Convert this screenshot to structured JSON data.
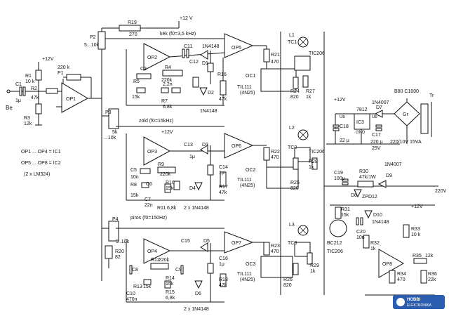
{
  "labels": {
    "r19": "R19",
    "r19v": "270",
    "v12top": "+12 V",
    "kek": "kék (f0=3,5 kHz)",
    "p2": "P2",
    "p2v": "5...10k",
    "v12a": "+12V",
    "p1v": "220 k",
    "p1": "P1",
    "r1": "R1",
    "r1v": "10 k",
    "r2": "R2",
    "r2v": "47k",
    "r3": "R3",
    "r3v": "12k",
    "c1": "C1",
    "c1v": "1μ",
    "be": "Be",
    "op1": "OP1",
    "op2": "OP2",
    "op3": "OP3",
    "op4": "OP4",
    "op5": "OP5",
    "op6": "OP6",
    "op7": "OP7",
    "op8": "OP8",
    "c11": "C11",
    "diode1": "1N4148",
    "c12": "C12",
    "c12v": "1μ",
    "r4": "R4",
    "r4v": "220k",
    "r5": "R5",
    "r6": "R6",
    "r6v": "15k",
    "r7": "R7",
    "r7v": "6,8k",
    "c2": "C2",
    "c3": "C3",
    "c3v": "2,2n",
    "d1": "D1",
    "d2": "D2",
    "r16": "R16",
    "r16v": "47k",
    "r21": "R21",
    "r21v": "470",
    "oc1": "OC1",
    "til": "TIL111",
    "oc1b": "(4N25)",
    "r24": "R24",
    "r24v": "820",
    "r27": "R27",
    "r27v": "1k",
    "tc1": "TC1",
    "l1": "L1",
    "tic": "TIC206",
    "p3": "P3",
    "p3v": "5k",
    "p3b": "...10k",
    "zold": "zöld (f0=15kHz)",
    "c13": "C13",
    "c14": "C14",
    "c14v": "1μ",
    "d3": "D3",
    "d4": "D4",
    "r8": "R8",
    "r8v": "15k",
    "r9": "R9",
    "r9v": "220k",
    "r10": "R10",
    "r10v": "15k",
    "c5": "C5",
    "c5v": "10n",
    "c6": "C6",
    "c7": "C7",
    "c7v": "22n",
    "r11": "R11",
    "r11v": "6,8k",
    "r17": "R17",
    "r17v": "47k",
    "diode2": "2 x 1N4148",
    "r22": "R22",
    "r22v": "470",
    "oc2": "OC2",
    "oc2b": "(4N25)",
    "tc2": "TC2",
    "l2": "L2",
    "r25": "R25",
    "r25v": "820",
    "r28": "R28",
    "r28v": "1k",
    "p4": "P4",
    "p4v": "5..10k",
    "r20": "R20",
    "r20v": "82",
    "piros": "piros (f0=150Hz)",
    "c15": "C15",
    "c16": "C16",
    "c16v": "1μ",
    "d5": "D5",
    "d6": "D6",
    "r12": "R12",
    "r12v": "220k",
    "r13": "R13",
    "r13v": "15k",
    "r14": "R14",
    "r14v": "15k",
    "r15": "R15",
    "r15v": "6,8k",
    "c8": "C8",
    "c9": "C9",
    "c10": "C10",
    "c10v": "470n",
    "r18": "R18",
    "r18v": "47k",
    "diode3": "2 x 1N4148",
    "r23": "R23",
    "r23v": "470",
    "oc3": "OC3",
    "oc3b": "(4N25)",
    "tc3": "TC3",
    "l3": "L3",
    "r26": "R26",
    "r26v": "820",
    "r29": "R29",
    "r29v": "1k",
    "ic3": "IC3",
    "ic3t": "7812",
    "ub1": "Ub",
    "ub2": "Ub",
    "gnd": "GND",
    "c18": "C18",
    "c18v": "22 μ",
    "c17": "C17",
    "c17v": "220 μ",
    "v25": "25V",
    "d7": "D7",
    "d7t": "1N4007",
    "gr": "Gr",
    "b80": "B80 C1000",
    "tr": "Tr",
    "trv": "220/10V 15VA",
    "v12b": "+12V",
    "c19": "C19",
    "c19v": "100μ",
    "r30": "R30",
    "r30v": "47k/1W",
    "d8": "D8",
    "d8t": "ZPD12",
    "d9": "D9",
    "d9t": "1N4007",
    "v220": "220V",
    "r31": "R31",
    "r31v": "15k",
    "d10": "D10",
    "d10t": "1N4148",
    "v12c": "+12V",
    "c20": "C20",
    "c20v": "10n",
    "bc": "BC212",
    "tic2": "TIC206",
    "r32": "R32",
    "r32v": "1k",
    "r33": "R33",
    "r33v": "10 k",
    "r34": "R34",
    "r34v": "470",
    "r35": "R35",
    "r35v": "12k",
    "r36": "R36",
    "r36v": "22k",
    "ops1": "OP1 ... OP4 = IC1",
    "ops2": "OP5 ... OP8 = IC2",
    "ops3": "(2 x LM324)",
    "logo": "HOBBI ELEKTRONIKA"
  }
}
